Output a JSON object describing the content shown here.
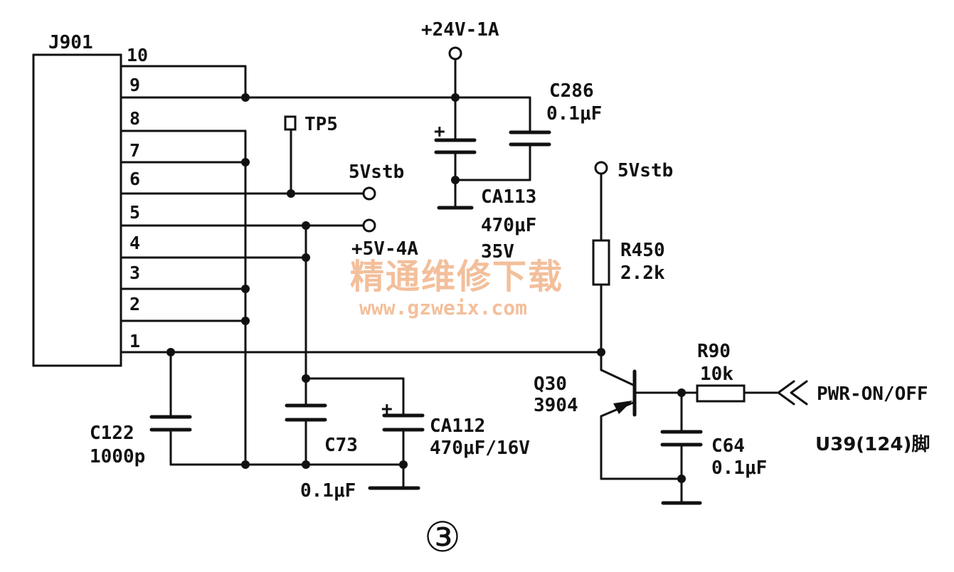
{
  "connector": {
    "name": "J901",
    "pins": [
      "10",
      "9",
      "8",
      "7",
      "6",
      "5",
      "4",
      "3",
      "2",
      "1"
    ]
  },
  "rails": {
    "v24": "+24V-1A",
    "v5stb_left": "5Vstb",
    "v5_4a": "+5V-4A",
    "v5stb_right": "5Vstb"
  },
  "test_point": "TP5",
  "components": {
    "c286": {
      "ref": "C286",
      "value": "0.1μF"
    },
    "ca113": {
      "ref": "CA113",
      "value": "470μF",
      "voltage": "35V"
    },
    "r450": {
      "ref": "R450",
      "value": "2.2k"
    },
    "r90": {
      "ref": "R90",
      "value": "10k"
    },
    "q30": {
      "ref": "Q30",
      "value": "3904"
    },
    "c122": {
      "ref": "C122",
      "value": "1000p"
    },
    "c73": {
      "ref": "C73",
      "value": "0.1μF"
    },
    "ca112": {
      "ref": "CA112",
      "value": "470μF/16V"
    },
    "c64": {
      "ref": "C64",
      "value": "0.1μF"
    }
  },
  "signal": {
    "name": "PWR-ON/OFF",
    "source": "U39(124)脚"
  },
  "watermark": {
    "line1": "精通维修下载",
    "line2": "www.gzweix.com"
  },
  "figure_label": "③"
}
